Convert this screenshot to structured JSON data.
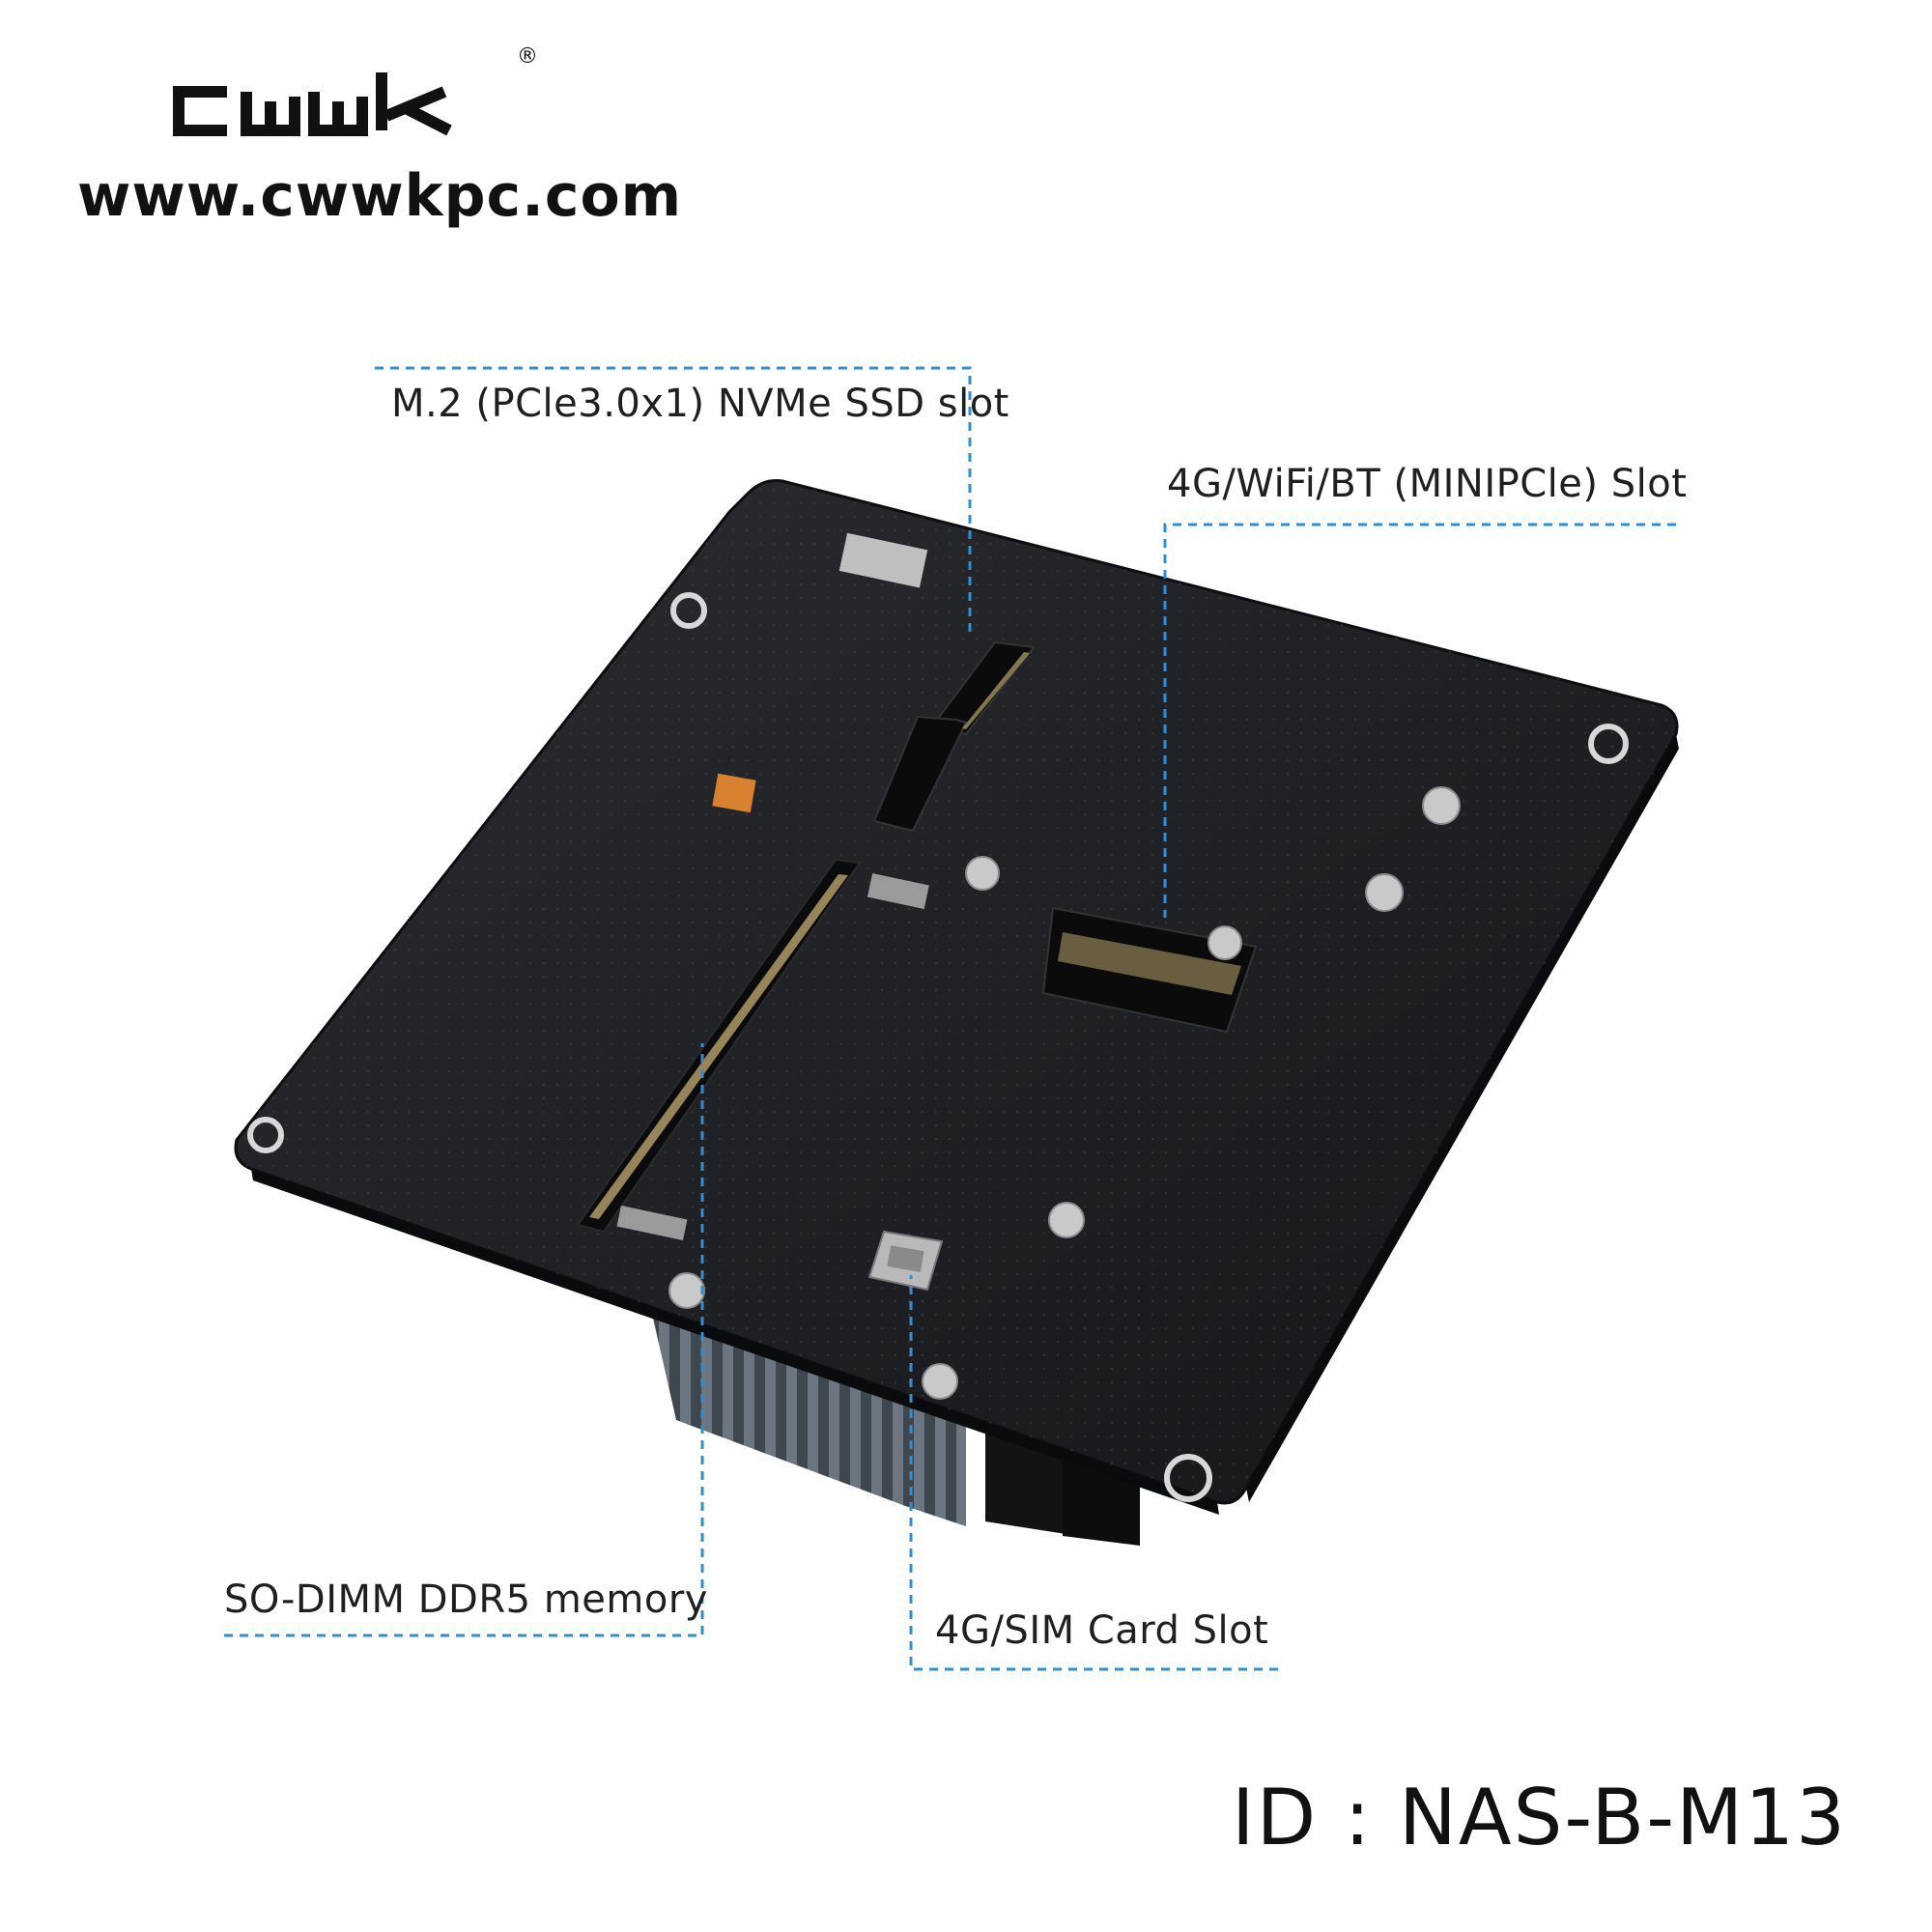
{
  "brand": {
    "logo_text": "CWWK",
    "registered_mark": "®",
    "website": "www.cwwkpc.com"
  },
  "callouts": {
    "m2_slot": "M.2 (PCle3.0x1) NVMe SSD slot",
    "minipcie_slot": "4G/WiFi/BT (MINIPCle) Slot",
    "sodimm": "SO-DIMM DDR5 memory",
    "sim_slot": "4G/SIM Card Slot"
  },
  "product": {
    "id_label": "ID : NAS-B-M13"
  },
  "colors": {
    "board": "#1c1d20",
    "heatsink": "#5c6670",
    "leader_line": "#2f8fd6",
    "text": "#1f1f1f"
  }
}
